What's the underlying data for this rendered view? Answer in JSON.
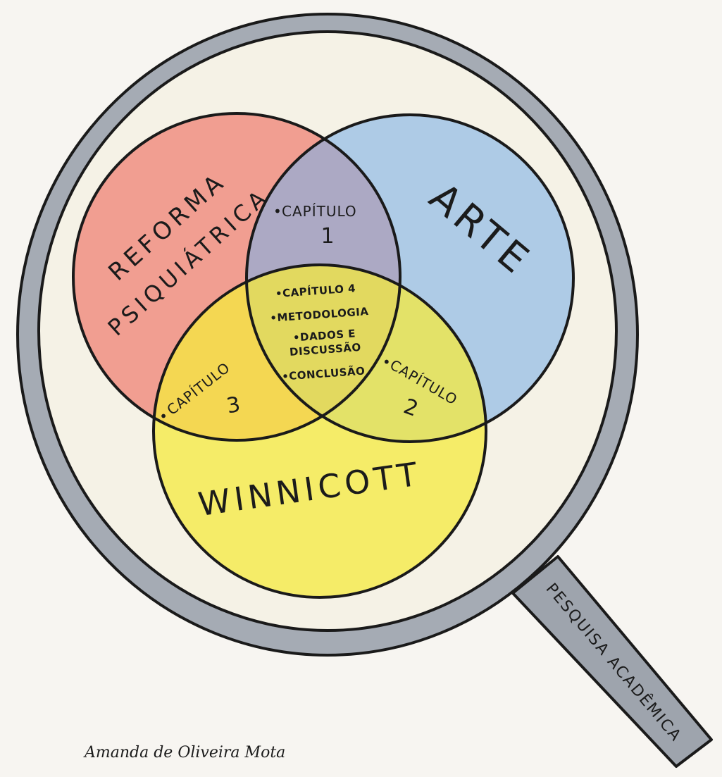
{
  "venn": {
    "sets": [
      {
        "label_line1": "REFORMA",
        "label_line2": "PSIQUIÁTRICA",
        "color": "#f07a6c"
      },
      {
        "label": "ARTE",
        "color": "#7fb1e6"
      },
      {
        "label": "WINNICOTT",
        "color": "#f4ea3e"
      }
    ],
    "intersections": {
      "reforma_arte": {
        "bullet": "•",
        "title": "CAPÍTULO",
        "number": "1"
      },
      "arte_winnicott": {
        "bullet": "•",
        "title": "CAPÍTULO",
        "number": "2"
      },
      "reforma_winnicott": {
        "bullet": "•",
        "title": "CAPÍTULO",
        "number": "3"
      },
      "center": {
        "items": [
          "•CAPÍTULO 4",
          "•METODOLOGIA",
          "•DADOS E",
          "DISCUSSÃO",
          "•CONCLUSÃO"
        ]
      }
    }
  },
  "magnifier": {
    "handle_label": "PESQUISA ACADÊMICA",
    "rim_color": "#9aa0aa"
  },
  "signature": "Amanda de Oliveira Mota"
}
